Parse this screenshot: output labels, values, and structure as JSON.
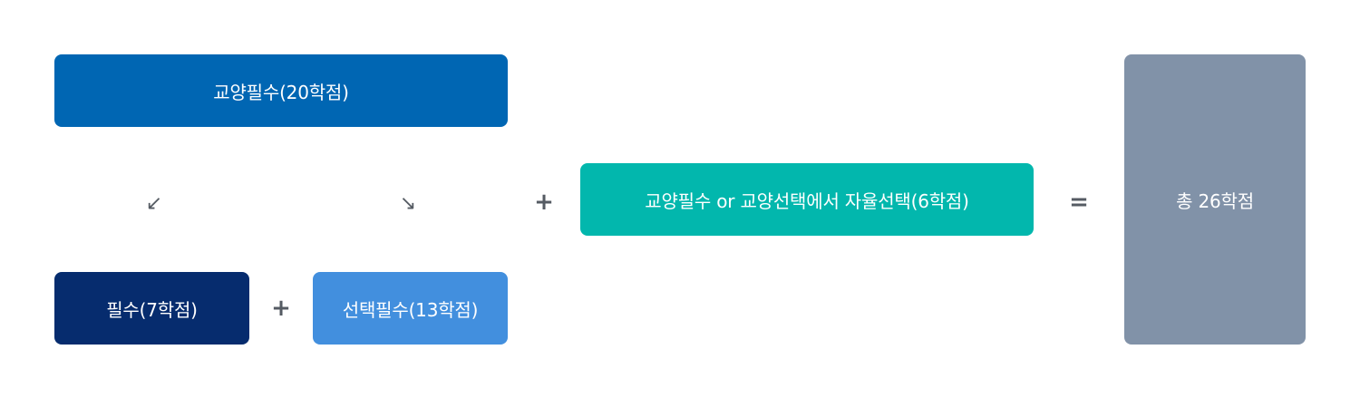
{
  "boxes": {
    "liberal_required": {
      "label": "교양필수(20학점)",
      "color": "#0066b3"
    },
    "required": {
      "label": "필수(7학점)",
      "color": "#062c6e"
    },
    "elective_required": {
      "label": "선택필수(13학점)",
      "color": "#428fde"
    },
    "free_choice": {
      "label": "교양필수 or 교양선택에서 자율선택(6학점)",
      "color": "#02b7ad"
    },
    "total": {
      "label": "총 26학점",
      "color": "#8192a8"
    }
  },
  "operators": {
    "plus": "+",
    "equals": "="
  },
  "arrows": {
    "left": "↙",
    "right": "↘"
  }
}
